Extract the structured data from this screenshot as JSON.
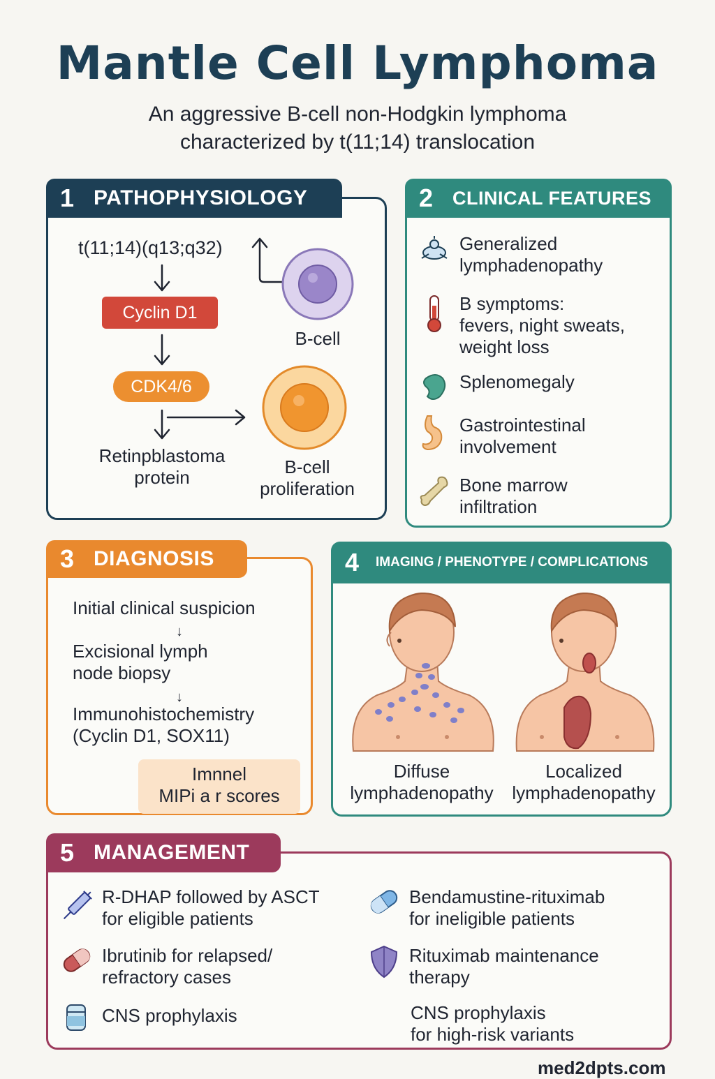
{
  "title": "Mantle Cell Lymphoma",
  "subtitle": {
    "line1": "An aggressive B-cell non-Hodgkin lymphoma",
    "line2": "characterized by t(11;14) translocation"
  },
  "colors": {
    "navy": "#1d3f55",
    "teal": "#2f8a7e",
    "orange": "#e9892e",
    "magenta": "#9c3a5c",
    "cyclin_red": "#d2483a",
    "cdk_orange": "#ec8f30"
  },
  "pathophysiology": {
    "number": "1",
    "title": "PATHOPHYSIOLOGY",
    "translocation": "t(11;14)(q13;q32)",
    "cyclin": "Cyclin D1",
    "cdk": "CDK4/6",
    "rb_line1": "Retinpblastoma",
    "rb_line2": "protein",
    "bcell": "B-cell",
    "prolif_line1": "B-cell",
    "prolif_line2": "proliferation"
  },
  "clinical": {
    "number": "2",
    "title": "CLINICAL FEATURES",
    "items": [
      {
        "icon": "lymph-node-icon",
        "line1": "Generalized",
        "line2": "lymphadenopathy",
        "line3": ""
      },
      {
        "icon": "thermometer-icon",
        "line1": "B symptoms:",
        "line2": "fevers, night sweats,",
        "line3": "weight loss"
      },
      {
        "icon": "spleen-icon",
        "line1": "Splenomegaly",
        "line2": "",
        "line3": ""
      },
      {
        "icon": "stomach-icon",
        "line1": "Gastrointestinal",
        "line2": "involvement",
        "line3": ""
      },
      {
        "icon": "bone-icon",
        "line1": "Bone marrow",
        "line2": "infiltration",
        "line3": ""
      }
    ]
  },
  "diagnosis": {
    "number": "3",
    "title": "DIAGNOSIS",
    "step1": "Initial clinical suspicion",
    "step2_line1": "Excisional lymph",
    "step2_line2": "node biopsy",
    "step3_line1": "Immunohistochemistry",
    "step3_line2": "(Cyclin D1, SOX11)",
    "score_line1": "Imnnel",
    "score_line2": "MIPi a r scores"
  },
  "imaging": {
    "number": "4",
    "title": "IMAGING / PHENOTYPE / COMPLICATIONS",
    "left_line1": "Diffuse",
    "left_line2": "lymphadenopathy",
    "right_line1": "Localized",
    "right_line2": "lymphadenopathy"
  },
  "management": {
    "number": "5",
    "title": "MANAGEMENT",
    "items": [
      {
        "icon": "syringe-icon",
        "line1": "R-DHAP followed by ASCT",
        "line2": "for eligible patients"
      },
      {
        "icon": "capsule-blue-icon",
        "line1": "Bendamustine-rituximab",
        "line2": "for ineligible patients"
      },
      {
        "icon": "capsule-red-icon",
        "line1": "Ibrutinib for relapsed/",
        "line2": "refractory cases"
      },
      {
        "icon": "shield-icon",
        "line1": "Rituximab maintenance",
        "line2": "therapy"
      },
      {
        "icon": "vial-icon",
        "line1": "CNS prophylaxis",
        "line2": ""
      },
      {
        "icon": "",
        "line1": "CNS prophylaxis",
        "line2": "for high-risk variants"
      }
    ]
  },
  "footer": "med2dpts.com"
}
